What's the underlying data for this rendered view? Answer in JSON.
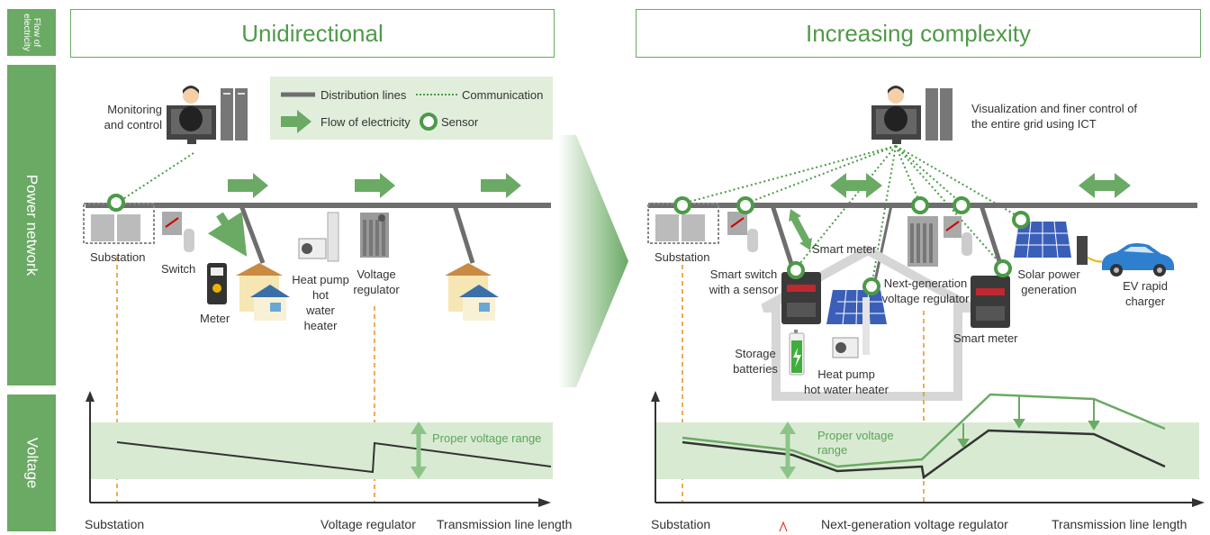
{
  "sidebar": {
    "flow_label": "Flow of electricity",
    "power_label": "Power network",
    "voltage_label": "Voltage"
  },
  "left": {
    "header": "Unidirectional",
    "monitoring": "Monitoring\nand control",
    "legend": {
      "distribution": "Distribution lines",
      "communication": "Communication",
      "flow": "Flow of electricity",
      "sensor": "Sensor"
    },
    "substation": "Substation",
    "switch": "Switch",
    "meter": "Meter",
    "heat_pump": "Heat pump\nhot\nwater\nheater",
    "voltage_regulator": "Voltage\nregulator",
    "proper_range": "Proper voltage range",
    "axis_substation": "Substation",
    "axis_regulator": "Voltage regulator",
    "axis_length": "Transmission line length"
  },
  "right": {
    "header": "Increasing complexity",
    "visualization": "Visualization and finer control of\nthe entire grid using ICT",
    "substation": "Substation",
    "smart_switch": "Smart switch\nwith a sensor",
    "smart_meter_top": "Smart meter",
    "next_gen": "Next-generation\nvoltage regulator",
    "solar": "Solar power\ngeneration",
    "ev": "EV rapid\ncharger",
    "smart_meter_bottom": "Smart meter",
    "storage": "Storage\nbatteries",
    "heat_pump": "Heat pump\nhot water heater",
    "proper_range": "Proper voltage\nrange",
    "axis_substation": "Substation",
    "axis_regulator": "Next-generation voltage regulator",
    "axis_length": "Transmission line length"
  },
  "colors": {
    "green": "#6aaa64",
    "light_green": "#d9ead3",
    "line": "#6e6e6e",
    "orange": "#e8921e"
  }
}
